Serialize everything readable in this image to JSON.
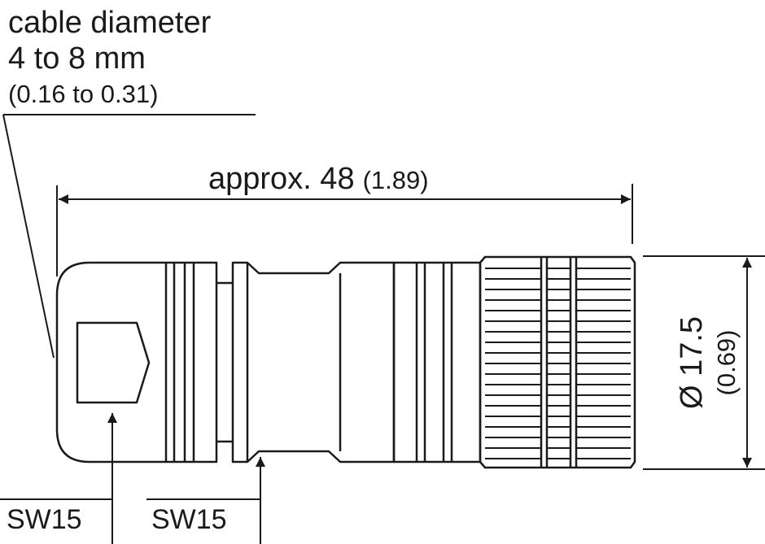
{
  "cable": {
    "line1": "cable diameter",
    "line2": "4 to 8 mm",
    "line3": "(0.16 to 0.31)"
  },
  "length": {
    "value": "approx. 48",
    "inch": "(1.89)"
  },
  "diameter": {
    "value": "Ø 17.5",
    "inch": "(0.69)"
  },
  "wrench_left": "SW15",
  "wrench_right": "SW15",
  "colors": {
    "stroke": "#1a1a1a",
    "background": "#ffffff"
  }
}
